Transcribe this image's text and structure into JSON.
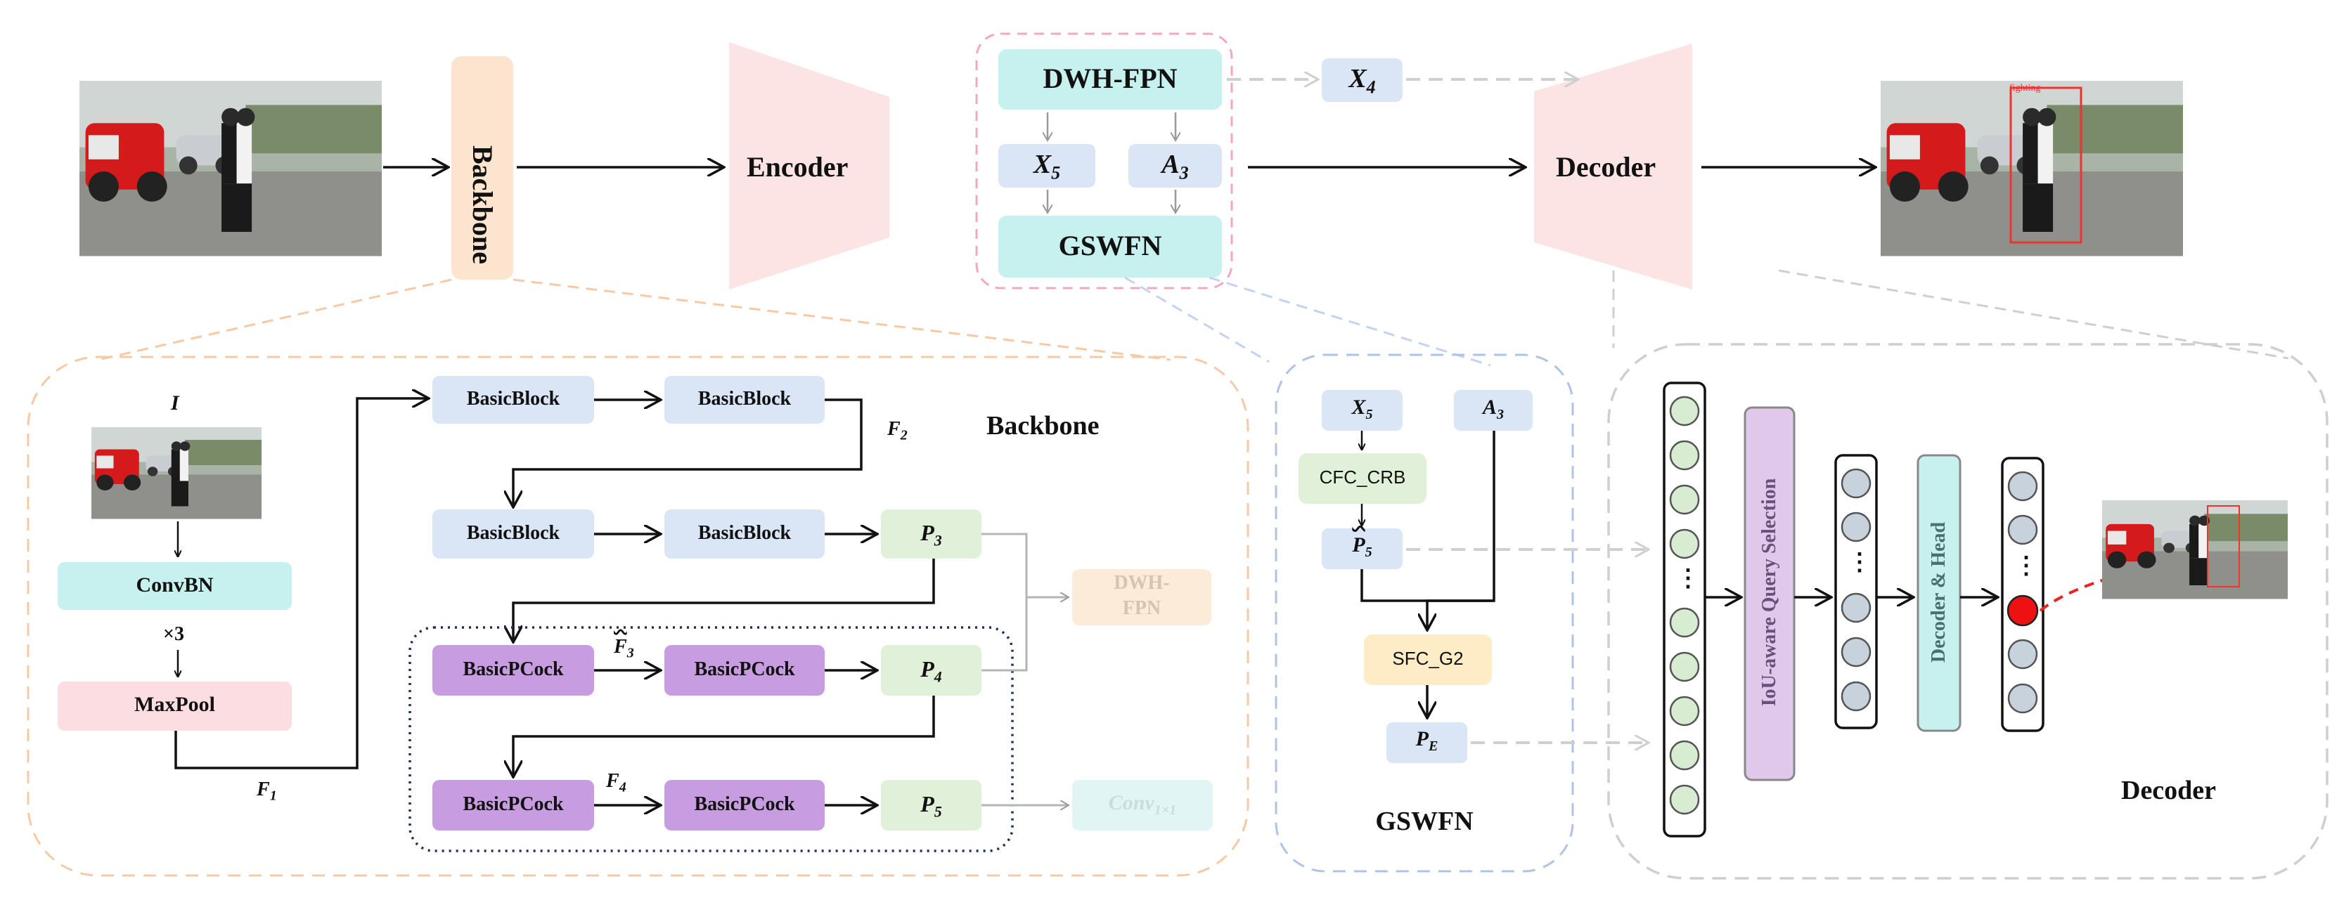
{
  "top": {
    "backbone": "Backbone",
    "encoder": "Encoder",
    "decoder": "Decoder",
    "dwh_fpn": "DWH-FPN",
    "x4": "X",
    "x4_sub": "4",
    "x5": "X",
    "x5_sub": "5",
    "a3": "A",
    "a3_sub": "3",
    "gswfn": "GSWFN",
    "detection_tag": "fighting"
  },
  "backbone_panel": {
    "title": "Backbone",
    "input_label": "I",
    "convbn": "ConvBN",
    "times": "×3",
    "maxpool": "MaxPool",
    "f1": "F",
    "f1_sub": "1",
    "f2": "F",
    "f2_sub": "2",
    "f3": "F",
    "f3_sub": "3",
    "f4": "F",
    "f4_sub": "4",
    "basic_block": "BasicBlock",
    "basic_pcock": "BasicPCock",
    "p3": "P",
    "p3_sub": "3",
    "p4": "P",
    "p4_sub": "4",
    "p5": "P",
    "p5_sub": "5",
    "dwh_fpn": "DWH-",
    "dwh_fpn2": "FPN",
    "conv": "Conv",
    "conv_sub": "1×1"
  },
  "gswfn_panel": {
    "title": "GSWFN",
    "x5": "X",
    "x5_sub": "5",
    "a3": "A",
    "a3_sub": "3",
    "cfc_crb": "CFC_CRB",
    "p5": "P",
    "p5_sub": "5",
    "sfc_g2": "SFC_G2",
    "pe": "P",
    "pe_sub": "E"
  },
  "decoder_panel": {
    "title": "Decoder",
    "query_selection": "IoU-aware Query Selection",
    "decoder_head": "Decoder & Head",
    "ellipsis": "⋮"
  }
}
